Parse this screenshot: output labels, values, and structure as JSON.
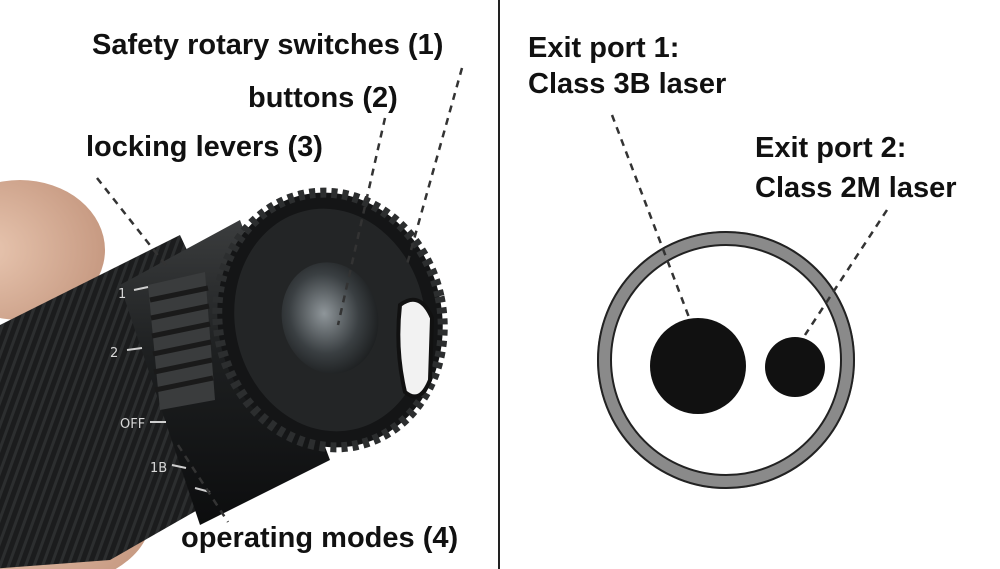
{
  "left_panel": {
    "callouts": [
      {
        "text": "Safety rotary switches (1)"
      },
      {
        "text": "buttons (2)"
      },
      {
        "text": "locking levers (3)"
      },
      {
        "text": "operating modes (4)"
      }
    ],
    "dial_markings": [
      "1",
      "2",
      "OFF",
      "1B"
    ]
  },
  "right_panel": {
    "port1": {
      "line1": "Exit port 1:",
      "line2": "Class 3B laser"
    },
    "port2": {
      "line1": "Exit port 2:",
      "line2": "Class 2M laser"
    }
  },
  "colors": {
    "ring": "#8a8a8a",
    "port": "#111111",
    "divider": "#222222",
    "body": "#1f2122"
  }
}
